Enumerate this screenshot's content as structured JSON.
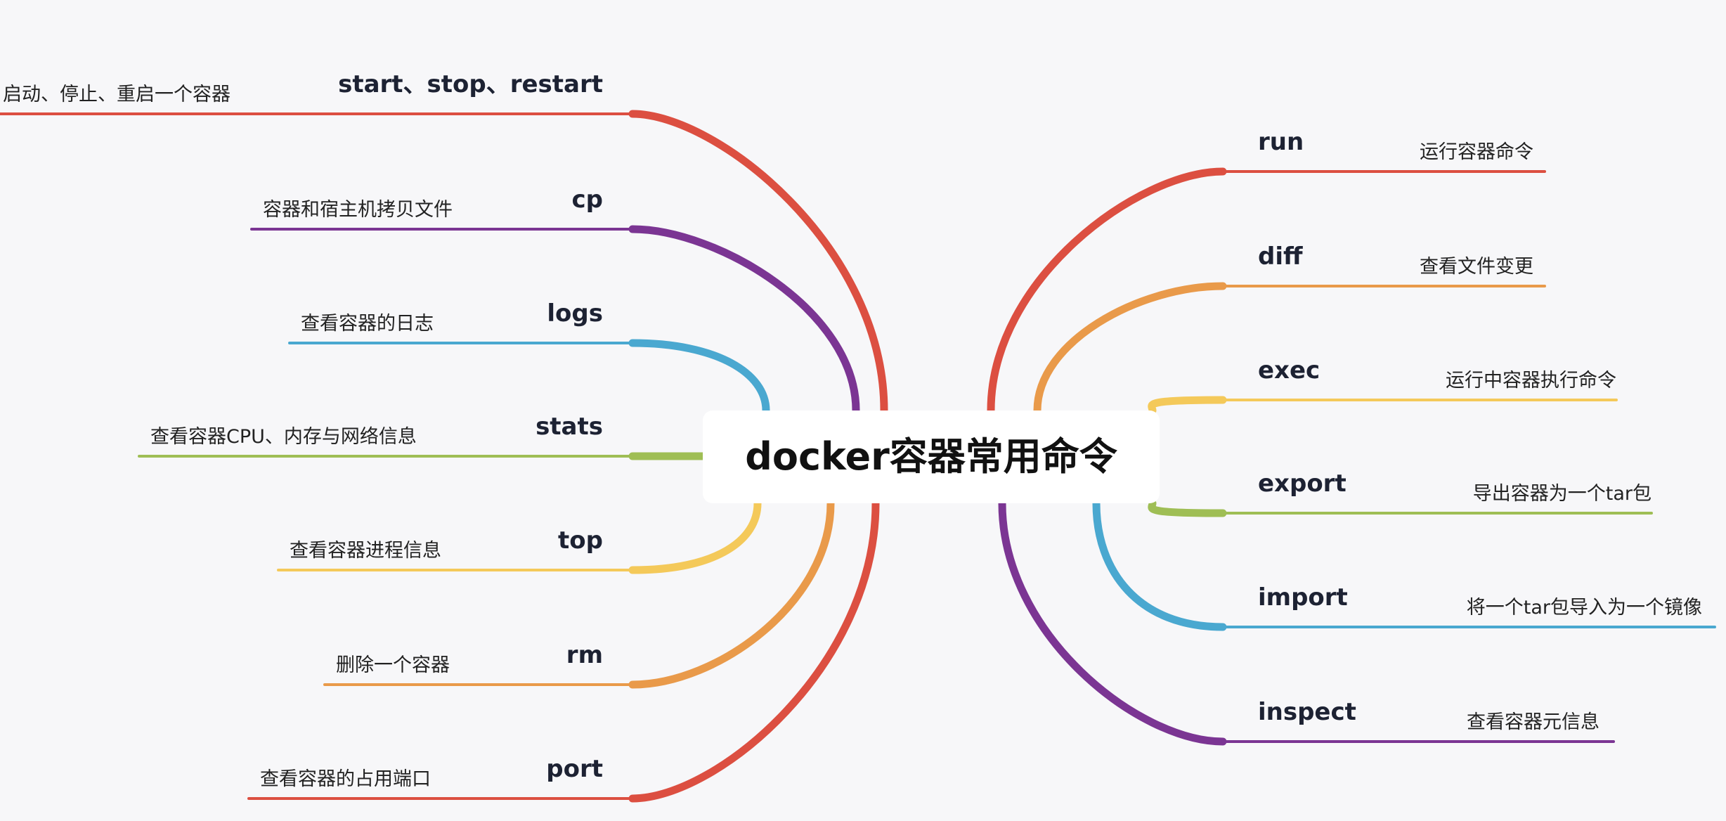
{
  "center": {
    "title": "docker容器常用命令"
  },
  "colors": {
    "red": "#dc4f41",
    "purple": "#7b3593",
    "blue": "#4aa8d0",
    "green": "#9fbe55",
    "yellow": "#f4c95a",
    "orange": "#e99a4a"
  },
  "left_branches": [
    {
      "id": "start-stop-restart",
      "command": "start、stop、restart",
      "description": "启动、停止、重启一个容器",
      "color": "#dc4f41"
    },
    {
      "id": "cp",
      "command": "cp",
      "description": "容器和宿主机拷贝文件",
      "color": "#7b3593"
    },
    {
      "id": "logs",
      "command": "logs",
      "description": "查看容器的日志",
      "color": "#4aa8d0"
    },
    {
      "id": "stats",
      "command": "stats",
      "description": "查看容器CPU、内存与网络信息",
      "color": "#9fbe55"
    },
    {
      "id": "top",
      "command": "top",
      "description": "查看容器进程信息",
      "color": "#f4c95a"
    },
    {
      "id": "rm",
      "command": "rm",
      "description": "删除一个容器",
      "color": "#e99a4a"
    },
    {
      "id": "port",
      "command": "port",
      "description": "查看容器的占用端口",
      "color": "#dc4f41"
    }
  ],
  "right_branches": [
    {
      "id": "run",
      "command": "run",
      "description": "运行容器命令",
      "color": "#dc4f41"
    },
    {
      "id": "diff",
      "command": "diff",
      "description": "查看文件变更",
      "color": "#e99a4a"
    },
    {
      "id": "exec",
      "command": "exec",
      "description": "运行中容器执行命令",
      "color": "#f4c95a"
    },
    {
      "id": "export",
      "command": "export",
      "description": "导出容器为一个tar包",
      "color": "#9fbe55"
    },
    {
      "id": "import",
      "command": "import",
      "description": "将一个tar包导入为一个镜像",
      "color": "#4aa8d0"
    },
    {
      "id": "inspect",
      "command": "inspect",
      "description": "查看容器元信息",
      "color": "#7b3593"
    }
  ]
}
